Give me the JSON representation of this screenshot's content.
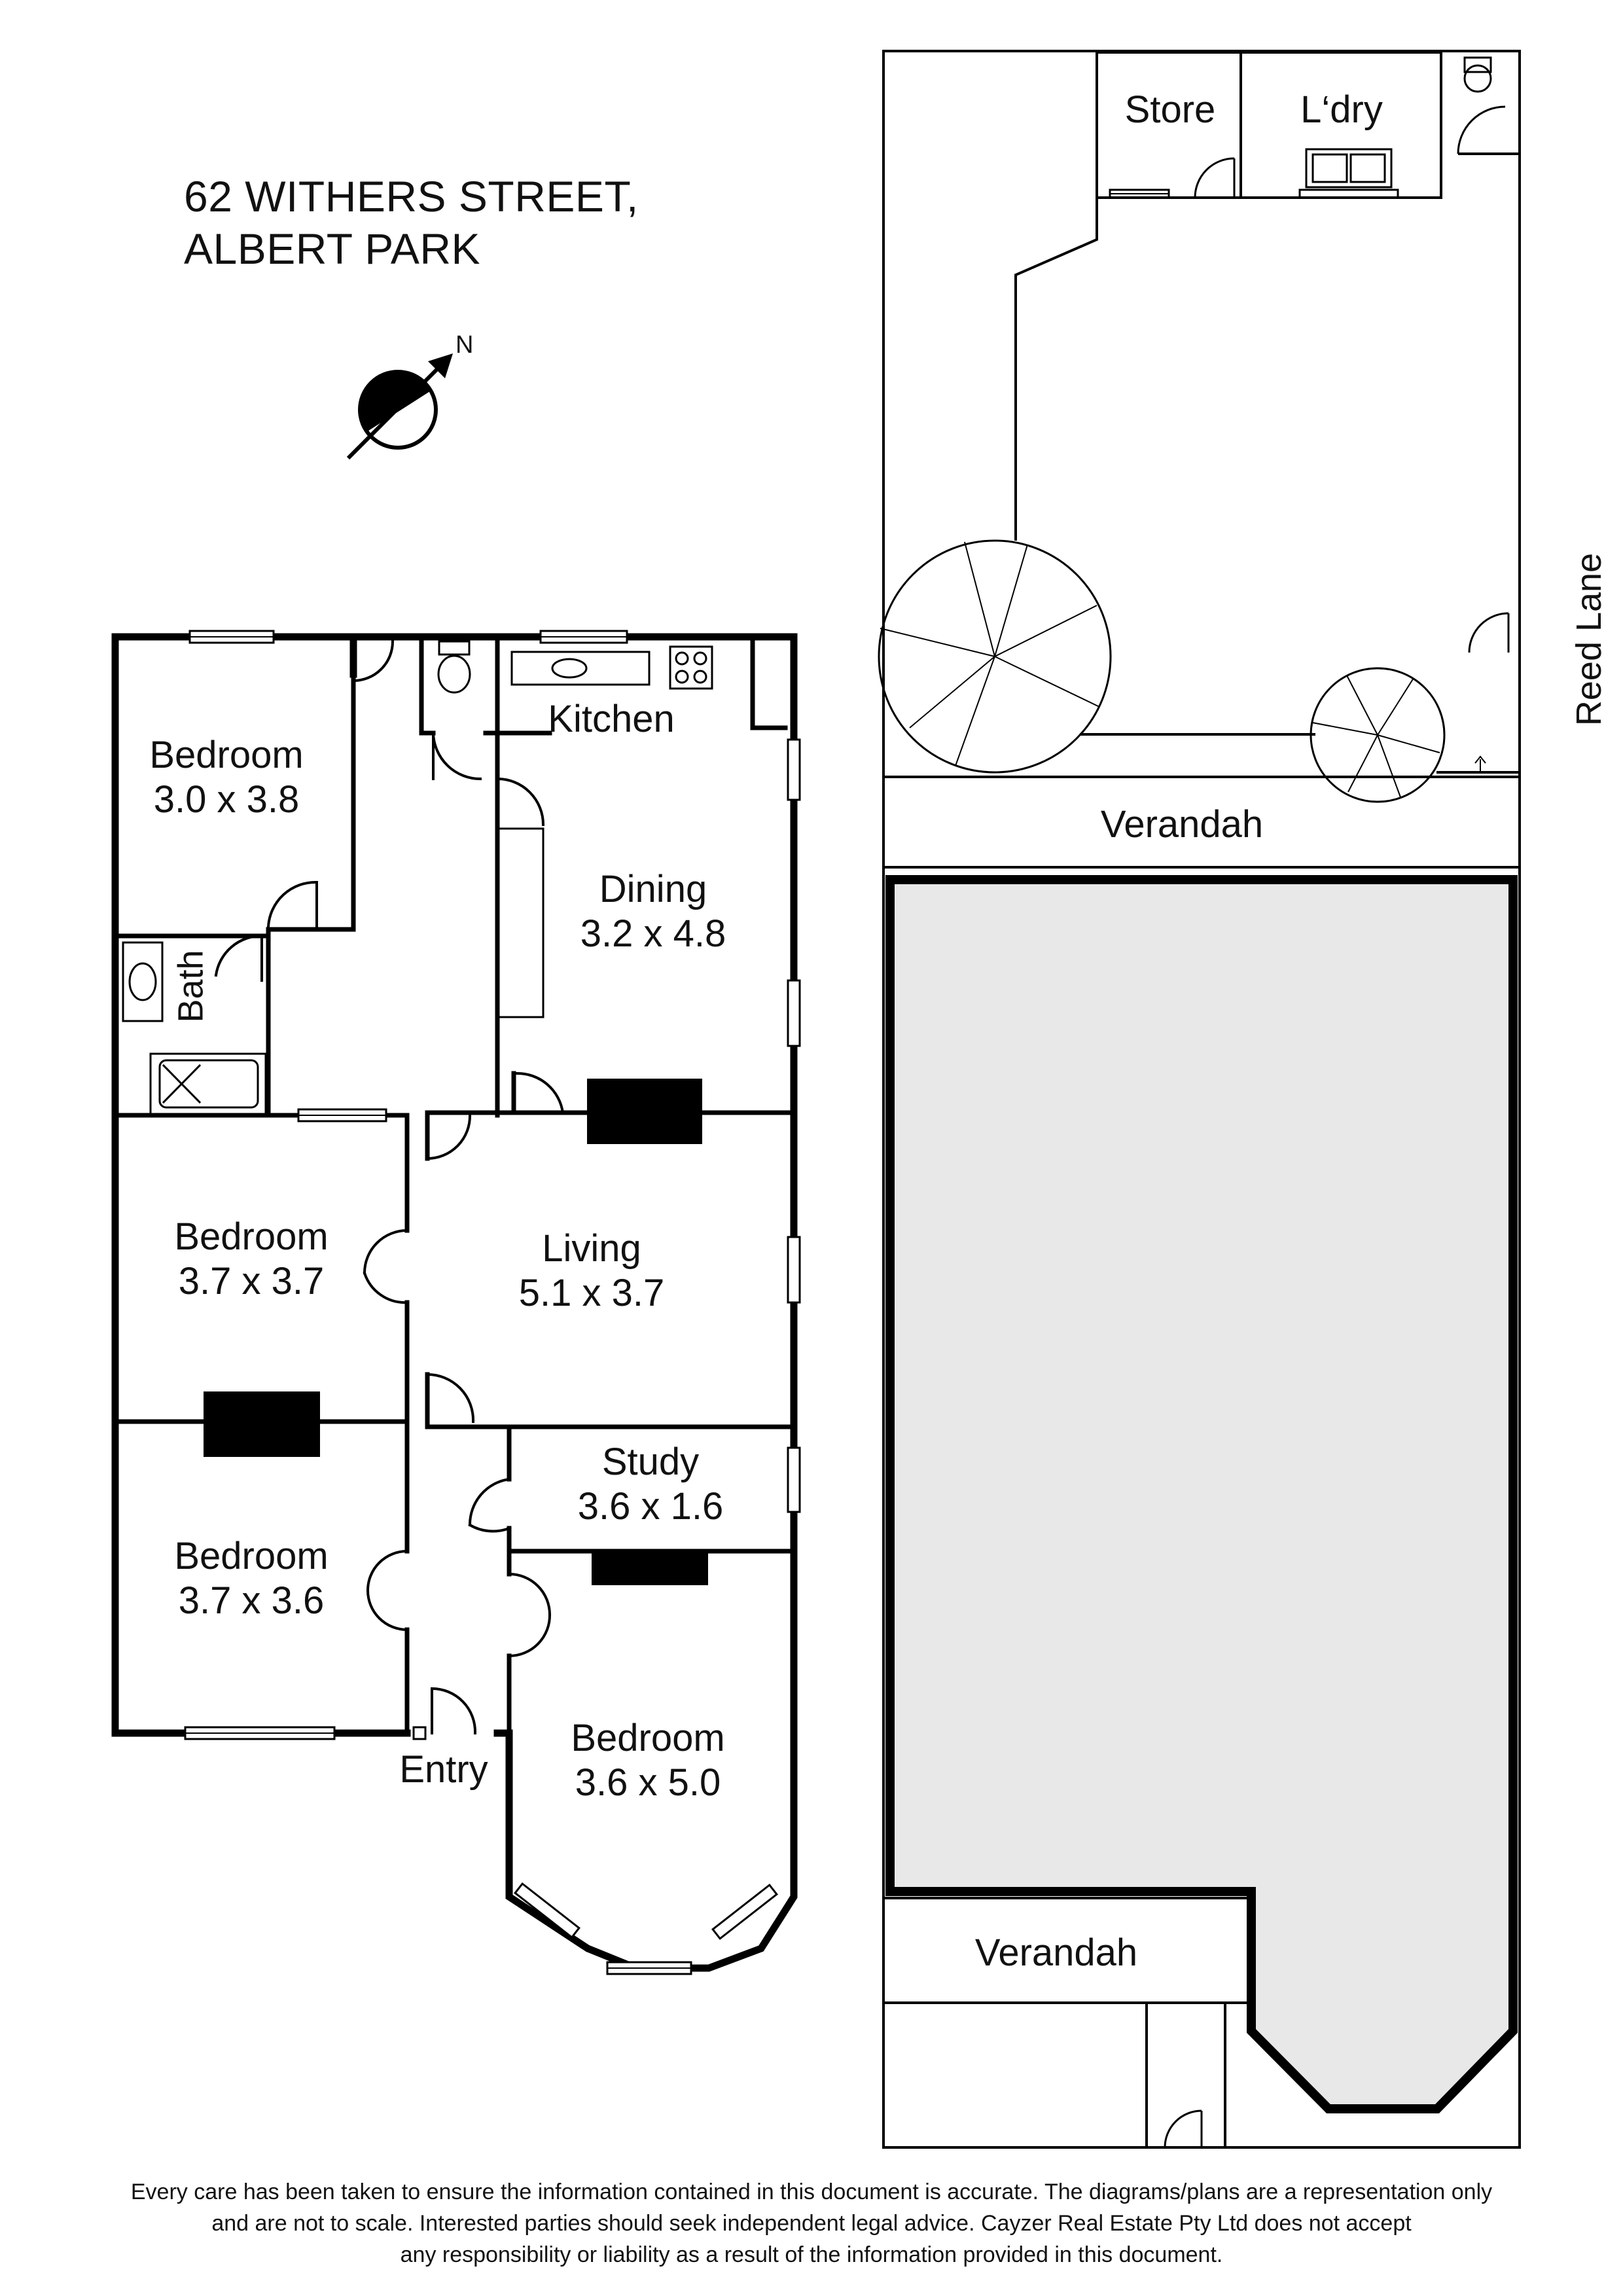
{
  "header": {
    "address_line1": "62 WITHERS STREET,",
    "address_line2": "ALBERT PARK"
  },
  "compass": {
    "label": "N"
  },
  "rooms": {
    "bedroom1": {
      "name": "Bedroom",
      "dims": "3.0 x 3.8"
    },
    "bath": {
      "name": "Bath"
    },
    "kitchen": {
      "name": "Kitchen"
    },
    "dining": {
      "name": "Dining",
      "dims": "3.2 x 4.8"
    },
    "bedroom2": {
      "name": "Bedroom",
      "dims": "3.7 x 3.7"
    },
    "living": {
      "name": "Living",
      "dims": "5.1 x 3.7"
    },
    "study": {
      "name": "Study",
      "dims": "3.6 x 1.6"
    },
    "bedroom3": {
      "name": "Bedroom",
      "dims": "3.7 x 3.6"
    },
    "bedroom4": {
      "name": "Bedroom",
      "dims": "3.6 x 5.0"
    },
    "entry": {
      "name": "Entry"
    }
  },
  "site": {
    "store": "Store",
    "laundry": "L‘dry",
    "verandah_rear": "Verandah",
    "verandah_front": "Verandah",
    "lane": "Reed Lane"
  },
  "disclaimer": {
    "line1": "Every care has been taken to ensure the information contained in this document is accurate. The diagrams/plans are a representation only",
    "line2": "and are not to scale. Interested parties should seek independent legal advice. Cayzer Real Estate Pty Ltd does not accept",
    "line3": "any responsibility or liability as a result of the information provided in this document."
  },
  "colors": {
    "walls": "#000000",
    "footprint": "#e8e8e8"
  }
}
